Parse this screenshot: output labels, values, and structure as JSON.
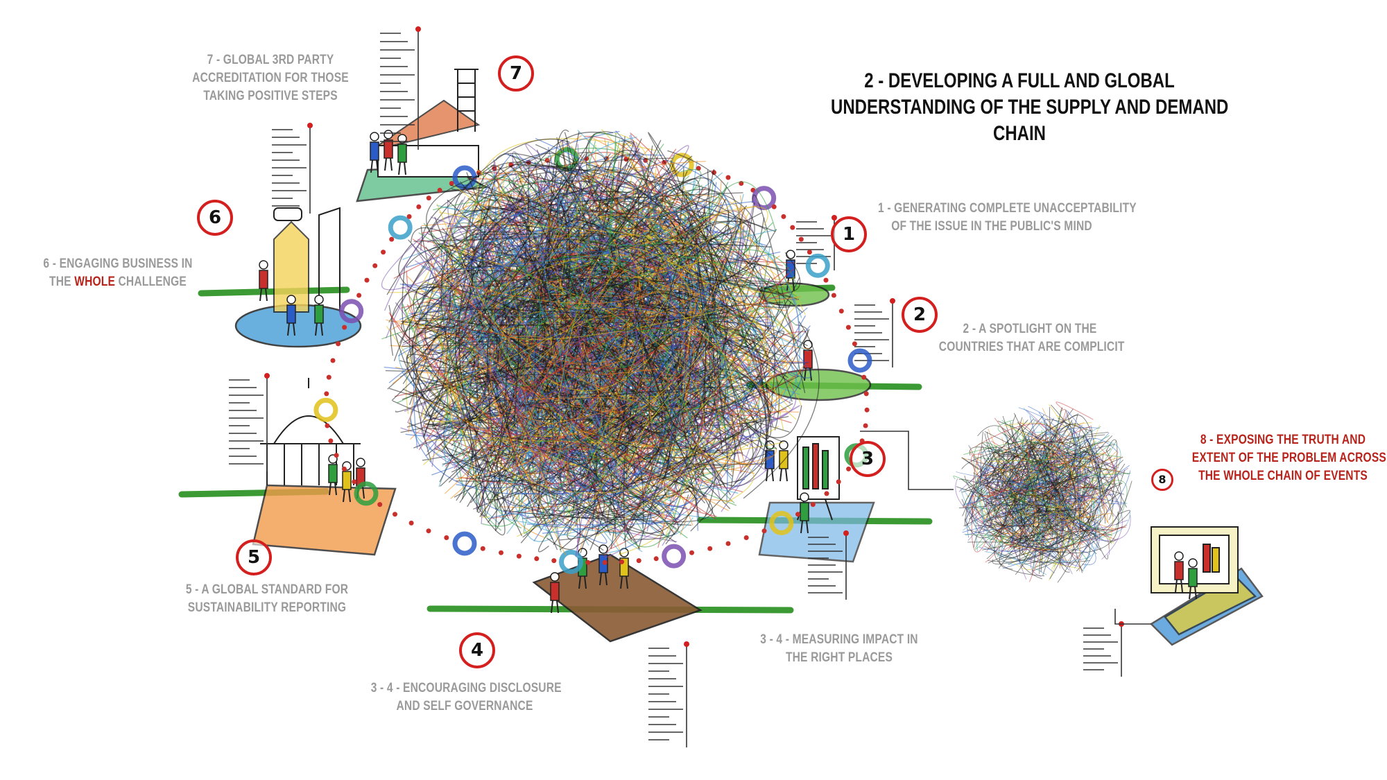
{
  "title": {
    "lines": [
      "2 - DEVELOPING A FULL AND GLOBAL",
      "UNDERSTANDING OF THE SUPPLY AND DEMAND",
      "CHAIN"
    ]
  },
  "labels": {
    "step1": [
      "1 - GENERATING COMPLETE UNACCEPTABILITY",
      "OF THE ISSUE IN THE PUBLIC'S MIND"
    ],
    "step2": [
      "2 - A SPOTLIGHT ON THE",
      "COUNTRIES THAT ARE COMPLICIT"
    ],
    "step3": [
      "3 - 4 - MEASURING IMPACT IN",
      "THE RIGHT PLACES"
    ],
    "step4": [
      "3 - 4 - ENCOURAGING DISCLOSURE",
      "AND SELF GOVERNANCE"
    ],
    "step5": [
      "5 - A GLOBAL STANDARD FOR",
      "SUSTAINABILITY REPORTING"
    ],
    "step6": {
      "line1": "6 - ENGAGING BUSINESS IN",
      "line2_pre": "THE ",
      "line2_highlight": "WHOLE",
      "line2_post": " CHALLENGE"
    },
    "step7": [
      "7 - GLOBAL 3RD PARTY",
      "ACCREDITATION FOR THOSE",
      "TAKING POSITIVE STEPS"
    ],
    "step8": [
      "8 - EXPOSING THE TRUTH AND",
      "EXTENT OF THE PROBLEM ACROSS",
      "THE WHOLE CHAIN OF EVENTS"
    ]
  },
  "numbers": [
    "1",
    "2",
    "3",
    "4",
    "5",
    "6",
    "7",
    "8"
  ],
  "colors": {
    "text_grey": "#9a9a9a",
    "highlight_red": "#b8241b",
    "circle_red": "#d41f1f",
    "tangle": [
      "#1a1a1a",
      "#2a5cc7",
      "#2e9e3e",
      "#e0c21a",
      "#c9302c",
      "#7a4fb0",
      "#3aa0c8",
      "#f08a1c"
    ]
  }
}
